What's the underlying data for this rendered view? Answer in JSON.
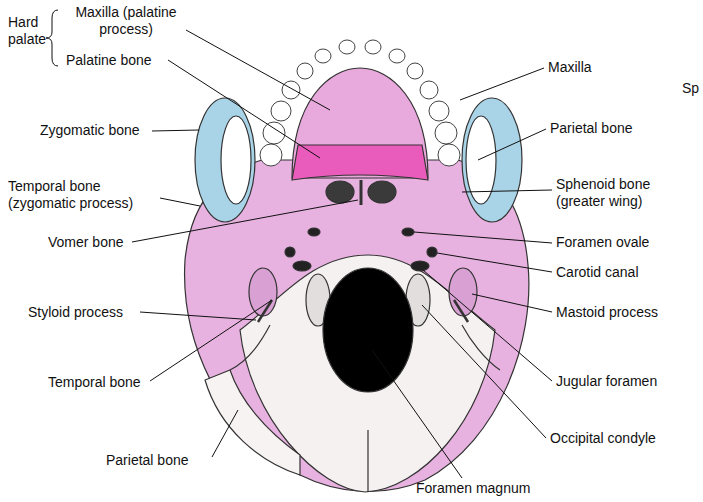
{
  "diagram": {
    "labels": [
      "Hard palate",
      "Maxilla (palatine process)",
      "Palatine bone",
      "Maxilla",
      "Sp",
      "Zygomatic bone",
      "Parietal bone",
      "Temporal bone (zygomatic process)",
      "Sphenoid bone (greater wing)",
      "Vomer bone",
      "Foramen ovale",
      "Carotid canal",
      "Styloid process",
      "Mastoid process",
      "Temporal bone",
      "Jugular foramen",
      "Parietal bone",
      "Occipital condyle",
      "Foramen magnum"
    ]
  }
}
